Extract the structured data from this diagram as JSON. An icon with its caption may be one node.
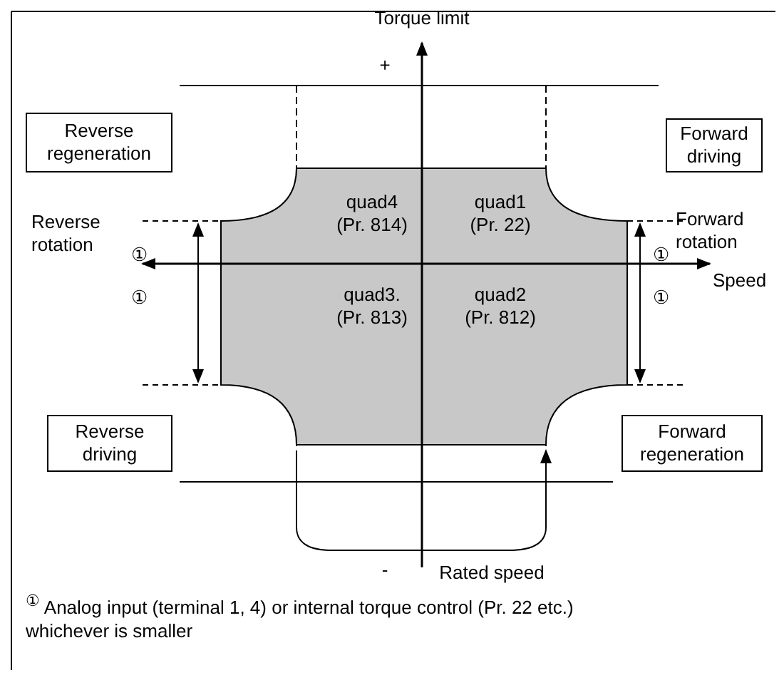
{
  "diagram": {
    "nodes": [
      {
        "text": [
          "Reverse regeneration"
        ]
      },
      {
        "text": [
          "Forward driving"
        ]
      },
      {
        "text": [
          "quad4 (Pr. 814)",
          "quad1 (Pr. 22)",
          "quad3. (Pr. 813)",
          "quad2 (Pr. 812)"
        ]
      },
      {
        "text": [
          "Reverse driving"
        ]
      },
      {
        "text": [
          "Forward regeneration"
        ]
      }
    ],
    "labels": [
      "Torque limit",
      "+",
      "Reverse rotation",
      "①",
      "①",
      "Forward rotation",
      "Speed",
      "①",
      "①",
      "-",
      "Rated speed",
      "$^{①}$ Analog input (terminal 1, 4) or internal torque control (Pr. 22 etc.) whichever is smaller"
    ]
  }
}
